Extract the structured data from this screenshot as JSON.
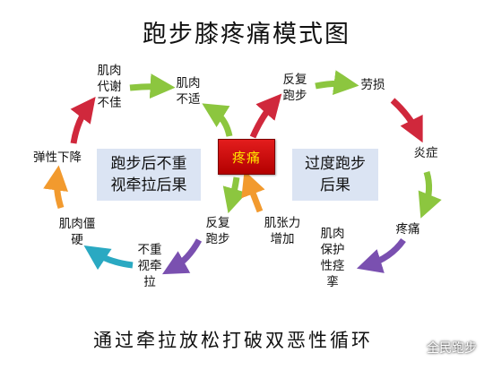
{
  "title": "跑步膝疼痛模式图",
  "center_label": "疼痛",
  "left_panel": "跑步后不重\n视牵拉后果",
  "right_panel": "过度跑步\n后果",
  "left_loop": {
    "muscle_discomfort": "肌肉\n不适",
    "metabolism_poor": "肌肉\n代谢\n不佳",
    "elasticity_decline": "弹性下降",
    "muscle_stiff": "肌肉僵\n硬",
    "no_stretch": "不重\n视牵\n拉",
    "repeated_running": "反复\n跑步",
    "muscle_tension": "肌张力\n增加"
  },
  "right_loop": {
    "repeated_running": "反复\n跑步",
    "strain": "劳损",
    "inflammation": "炎症",
    "pain": "疼痛",
    "muscle_spasm": "肌肉\n保护\n性痉\n挛"
  },
  "footer": "通过牵拉放松打破双恶性循环",
  "watermark": "全民跑步",
  "colors": {
    "arrow_red": "#d0283c",
    "arrow_green": "#8cc63f",
    "arrow_orange": "#f29a2e",
    "arrow_teal": "#2aa9c2",
    "arrow_purple": "#7a50b0",
    "panel_blue": "#dbe4f3",
    "center_red": "#d91a1a",
    "center_text": "#ffe400"
  }
}
